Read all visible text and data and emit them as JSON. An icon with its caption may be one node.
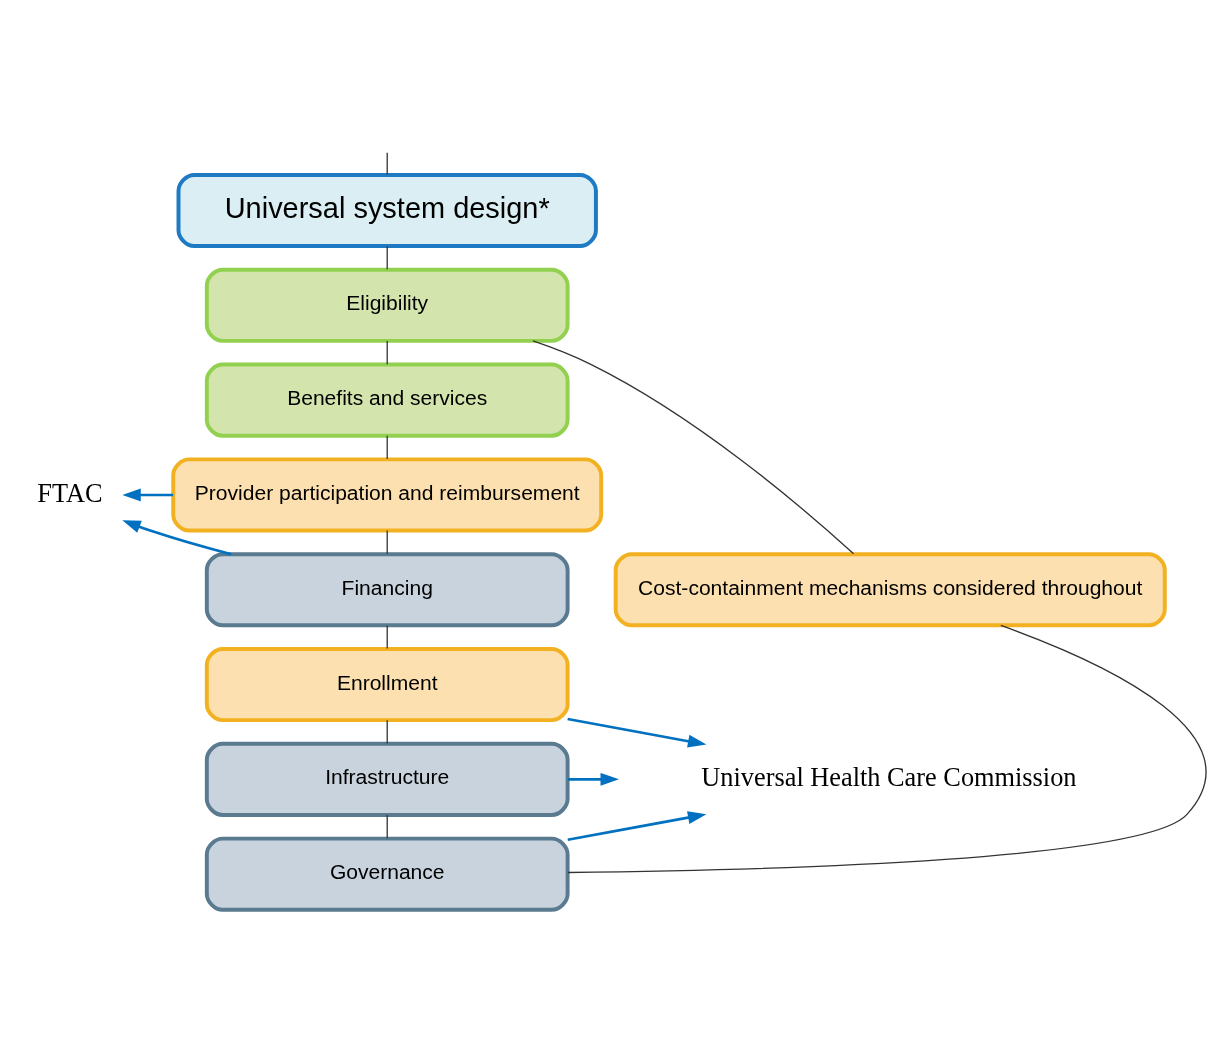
{
  "diagram": {
    "nodes": [
      {
        "text": [
          "Universal system design*"
        ]
      },
      {
        "text": [
          "Eligibility"
        ]
      },
      {
        "text": [
          "Benefits and services"
        ]
      },
      {
        "text": [
          "Provider participation and reimbursement"
        ]
      },
      {
        "text": [
          "Financing"
        ]
      },
      {
        "text": [
          "Enrollment"
        ]
      },
      {
        "text": [
          "Infrastructure"
        ]
      },
      {
        "text": [
          "Governance"
        ]
      },
      {
        "text": [
          "Cost-containment mechanisms considered throughout"
        ]
      },
      {
        "text": [
          "FTAC"
        ]
      },
      {
        "text": [
          "Universal Health Care Commission"
        ]
      }
    ],
    "edges": [
      {
        "from": null,
        "to": 0,
        "arrow": "none"
      },
      {
        "from": 0,
        "to": 1,
        "arrow": "none"
      },
      {
        "from": 1,
        "to": 2,
        "arrow": "none"
      },
      {
        "from": 2,
        "to": 3,
        "arrow": "none"
      },
      {
        "from": 3,
        "to": 4,
        "arrow": "none"
      },
      {
        "from": 4,
        "to": 5,
        "arrow": "none"
      },
      {
        "from": 5,
        "to": 6,
        "arrow": "none"
      },
      {
        "from": 6,
        "to": 7,
        "arrow": "none"
      },
      {
        "from": 8,
        "to": 1,
        "arrow": "none"
      },
      {
        "from": 8,
        "to": 7,
        "arrow": "none"
      },
      {
        "from": 3,
        "to": 9,
        "arrow": "to",
        "color": "#0070c0"
      },
      {
        "from": 4,
        "to": 9,
        "arrow": "to",
        "color": "#0070c0"
      },
      {
        "from": 5,
        "to": 10,
        "arrow": "to",
        "color": "#0070c0"
      },
      {
        "from": 6,
        "to": 10,
        "arrow": "to",
        "color": "#0070c0"
      },
      {
        "from": 7,
        "to": 10,
        "arrow": "to",
        "color": "#0070c0"
      }
    ]
  }
}
